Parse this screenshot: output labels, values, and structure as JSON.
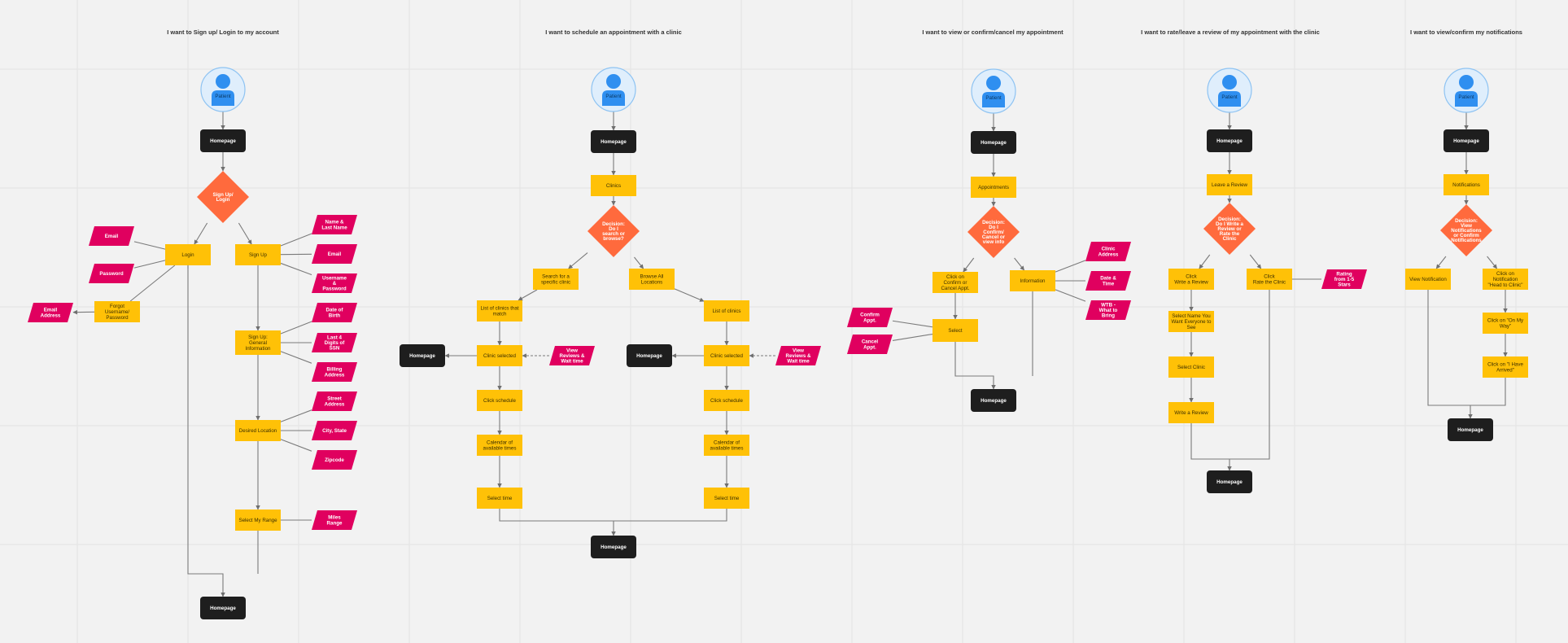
{
  "colors": {
    "background": "#f2f2f2",
    "process": "#ffc107",
    "terminal": "#1e1e1e",
    "decision": "#ff6a3d",
    "io": "#e0005f",
    "persona": "#2f8ff0",
    "edge": "#888888"
  },
  "columns": [
    {
      "title": "I want to Sign up/ Login to my account"
    },
    {
      "title": "I want to schedule an appointment with a clinic"
    },
    {
      "title": "I want to view or confirm/cancel my appointment"
    },
    {
      "title": "I want to rate/leave a review of my appointment with the clinic"
    },
    {
      "title": "I want to view/confirm my notifications"
    }
  ],
  "nodes": {
    "p1": {
      "type": "persona",
      "label": "Patient"
    },
    "h1": {
      "type": "terminal",
      "label": "Homepage"
    },
    "d1": {
      "type": "decision",
      "label": "Sign Up/\nLogin"
    },
    "login": {
      "type": "process",
      "label": "Login"
    },
    "signup": {
      "type": "process",
      "label": "Sign Up"
    },
    "email_l": {
      "type": "io",
      "label": "Email"
    },
    "password": {
      "type": "io",
      "label": "Password"
    },
    "forgot": {
      "type": "process",
      "label": "Forgot\nUsername/\nPassword"
    },
    "email_addr": {
      "type": "io",
      "label": "Email\nAddress"
    },
    "name": {
      "type": "io",
      "label": "Name &\nLast Name"
    },
    "email_s": {
      "type": "io",
      "label": "Email"
    },
    "userpass": {
      "type": "io",
      "label": "Username\n&\nPassword"
    },
    "geninfo": {
      "type": "process",
      "label": "Sign Up:\nGeneral\nInformation"
    },
    "dob": {
      "type": "io",
      "label": "Date of\nBirth"
    },
    "ssn": {
      "type": "io",
      "label": "Last 4\nDigits of\nSSN"
    },
    "billing": {
      "type": "io",
      "label": "Billing\nAddress"
    },
    "location": {
      "type": "process",
      "label": "Desired Location"
    },
    "street": {
      "type": "io",
      "label": "Street\nAddress"
    },
    "city": {
      "type": "io",
      "label": "City, State"
    },
    "zip": {
      "type": "io",
      "label": "Zipcode"
    },
    "range": {
      "type": "process",
      "label": "Select My Range"
    },
    "miles": {
      "type": "io",
      "label": "Miles\nRange"
    },
    "h1b": {
      "type": "terminal",
      "label": "Homepage"
    },
    "p2": {
      "type": "persona",
      "label": "Patient"
    },
    "h2": {
      "type": "terminal",
      "label": "Homepage"
    },
    "clinics": {
      "type": "process",
      "label": "Clinics"
    },
    "d2": {
      "type": "decision",
      "label": "Decision:\nDo I\nsearch or\nbrowse?"
    },
    "search": {
      "type": "process",
      "label": "Search for a\nspecific clinic"
    },
    "browse": {
      "type": "process",
      "label": "Browse All\nLocations"
    },
    "listmatch": {
      "type": "process",
      "label": "List of clinics that\nmatch"
    },
    "listall": {
      "type": "process",
      "label": "List of clinics"
    },
    "sel_a": {
      "type": "process",
      "label": "Clinic selected"
    },
    "sel_b": {
      "type": "process",
      "label": "Clinic selected"
    },
    "hp_a": {
      "type": "terminal",
      "label": "Homepage"
    },
    "hp_b": {
      "type": "terminal",
      "label": "Homepage"
    },
    "rev_a": {
      "type": "io",
      "label": "View\nReviews &\nWait time"
    },
    "rev_b": {
      "type": "io",
      "label": "View\nReviews &\nWait time"
    },
    "sch_a": {
      "type": "process",
      "label": "Click schedule"
    },
    "sch_b": {
      "type": "process",
      "label": "Click schedule"
    },
    "cal_a": {
      "type": "process",
      "label": "Calendar of\navailable times"
    },
    "cal_b": {
      "type": "process",
      "label": "Calendar of\navailable times"
    },
    "time_a": {
      "type": "process",
      "label": "Select time"
    },
    "time_b": {
      "type": "process",
      "label": "Select time"
    },
    "h2b": {
      "type": "terminal",
      "label": "Homepage"
    },
    "p3": {
      "type": "persona",
      "label": "Patient"
    },
    "h3": {
      "type": "terminal",
      "label": "Homepage"
    },
    "appts": {
      "type": "process",
      "label": "Appointments"
    },
    "d3": {
      "type": "decision",
      "label": "Decision:\nDo I\nConfirm/\nCancel or\nview info"
    },
    "clickconf": {
      "type": "process",
      "label": "Click on\nConfirm or\nCancel Appt."
    },
    "info": {
      "type": "process",
      "label": "Information"
    },
    "caddr": {
      "type": "io",
      "label": "Clinic\nAddress"
    },
    "dtime": {
      "type": "io",
      "label": "Date &\nTime"
    },
    "wtb": {
      "type": "io",
      "label": "WTB -\nWhat to\nBring"
    },
    "select3": {
      "type": "process",
      "label": "Select"
    },
    "confappt": {
      "type": "io",
      "label": "Confirm\nAppt."
    },
    "cancappt": {
      "type": "io",
      "label": "Cancel\nAppt."
    },
    "h3b": {
      "type": "terminal",
      "label": "Homepage"
    },
    "p4": {
      "type": "persona",
      "label": "Patient"
    },
    "h4": {
      "type": "terminal",
      "label": "Homepage"
    },
    "leave": {
      "type": "process",
      "label": "Leave a Review"
    },
    "d4": {
      "type": "decision",
      "label": "Decision:\nDo I Write a\nReview or\nRate the\nClinic"
    },
    "write": {
      "type": "process",
      "label": "Click\nWrite a Review"
    },
    "rate": {
      "type": "process",
      "label": "Click\nRate the Clinic"
    },
    "rating": {
      "type": "io",
      "label": "Rating\nfrom 1-5\nStars"
    },
    "selname": {
      "type": "process",
      "label": "Select Name You\nWant Everyone to\nSee"
    },
    "selclinic": {
      "type": "process",
      "label": "Select Clinic"
    },
    "writerev": {
      "type": "process",
      "label": "Write a Review"
    },
    "h4b": {
      "type": "terminal",
      "label": "Homepage"
    },
    "p5": {
      "type": "persona",
      "label": "Patient"
    },
    "h5": {
      "type": "terminal",
      "label": "Homepage"
    },
    "notif": {
      "type": "process",
      "label": "Notifications"
    },
    "d5": {
      "type": "decision",
      "label": "Decision:\nView\nNotifications\nor Confirm\nNotifications"
    },
    "viewn": {
      "type": "process",
      "label": "View Notification"
    },
    "clickn": {
      "type": "process",
      "label": "Click on\nNotification\n\"Head to Clinic\""
    },
    "onway": {
      "type": "process",
      "label": "Click on \"On My\nWay\""
    },
    "arrived": {
      "type": "process",
      "label": "Click on \"I Have\nArrived\""
    },
    "h5b": {
      "type": "terminal",
      "label": "Homepage"
    }
  }
}
